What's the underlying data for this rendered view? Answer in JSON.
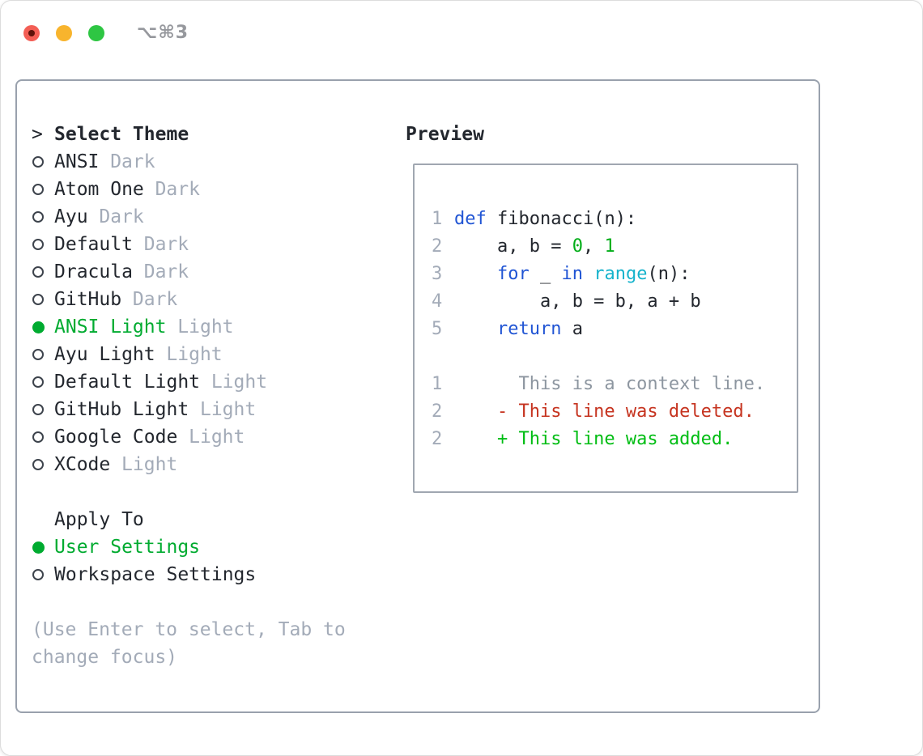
{
  "titlebar": {
    "shortcut": "⌥⌘3"
  },
  "colors": {
    "text": "#23272e",
    "muted": "#a3abb8",
    "context_gray": "#8d96a0",
    "green_selected": "#00ab30",
    "green_added": "#00bd13",
    "green_number": "#00ad18",
    "red_deleted": "#c63420",
    "blue_keyword": "#2155d4",
    "cyan_builtin": "#16b3cc",
    "border": "#99a1ad",
    "traffic_red": "#f35e55",
    "traffic_red_dot": "#5e120a",
    "traffic_yellow": "#f8b42d",
    "traffic_green": "#2ec643",
    "titlebar_text": "#96989d"
  },
  "left": {
    "header_prefix": ">",
    "header": "Select Theme",
    "themes": [
      {
        "name": "ANSI",
        "variant": "Dark",
        "selected": false
      },
      {
        "name": "Atom One",
        "variant": "Dark",
        "selected": false
      },
      {
        "name": "Ayu",
        "variant": "Dark",
        "selected": false
      },
      {
        "name": "Default",
        "variant": "Dark",
        "selected": false
      },
      {
        "name": "Dracula",
        "variant": "Dark",
        "selected": false
      },
      {
        "name": "GitHub",
        "variant": "Dark",
        "selected": false
      },
      {
        "name": "ANSI Light",
        "variant": "Light",
        "selected": true
      },
      {
        "name": "Ayu Light",
        "variant": "Light",
        "selected": false
      },
      {
        "name": "Default Light",
        "variant": "Light",
        "selected": false
      },
      {
        "name": "GitHub Light",
        "variant": "Light",
        "selected": false
      },
      {
        "name": "Google Code",
        "variant": "Light",
        "selected": false
      },
      {
        "name": "XCode",
        "variant": "Light",
        "selected": false
      }
    ],
    "apply_to": {
      "header": "Apply To",
      "options": [
        {
          "label": "User Settings",
          "selected": true
        },
        {
          "label": "Workspace Settings",
          "selected": false
        }
      ]
    },
    "hint_lines": [
      "(Use Enter to select, Tab to",
      "change focus)"
    ]
  },
  "preview": {
    "label": "Preview",
    "code_lines": [
      {
        "num": "1",
        "tokens": [
          {
            "text": "def",
            "style": "keyword"
          },
          {
            "text": " fibonacci(n):",
            "style": "plain"
          }
        ]
      },
      {
        "num": "2",
        "tokens": [
          {
            "text": "    a, b = ",
            "style": "plain"
          },
          {
            "text": "0",
            "style": "number"
          },
          {
            "text": ", ",
            "style": "plain"
          },
          {
            "text": "1",
            "style": "number"
          }
        ]
      },
      {
        "num": "3",
        "tokens": [
          {
            "text": "    ",
            "style": "plain"
          },
          {
            "text": "for",
            "style": "keyword"
          },
          {
            "text": " _ ",
            "style": "plain"
          },
          {
            "text": "in",
            "style": "keyword"
          },
          {
            "text": " ",
            "style": "plain"
          },
          {
            "text": "range",
            "style": "builtin"
          },
          {
            "text": "(n):",
            "style": "plain"
          }
        ]
      },
      {
        "num": "4",
        "tokens": [
          {
            "text": "        a, b = b, a + b",
            "style": "plain"
          }
        ]
      },
      {
        "num": "5",
        "tokens": [
          {
            "text": "    ",
            "style": "plain"
          },
          {
            "text": "return",
            "style": "keyword"
          },
          {
            "text": " a",
            "style": "plain"
          }
        ]
      }
    ],
    "diff_lines": [
      {
        "num": "1",
        "content": "      This is a context line.",
        "type": "context"
      },
      {
        "num": "2",
        "content": "    - This line was deleted.",
        "type": "deleted"
      },
      {
        "num": "2",
        "content": "    + This line was added.",
        "type": "added"
      }
    ]
  }
}
